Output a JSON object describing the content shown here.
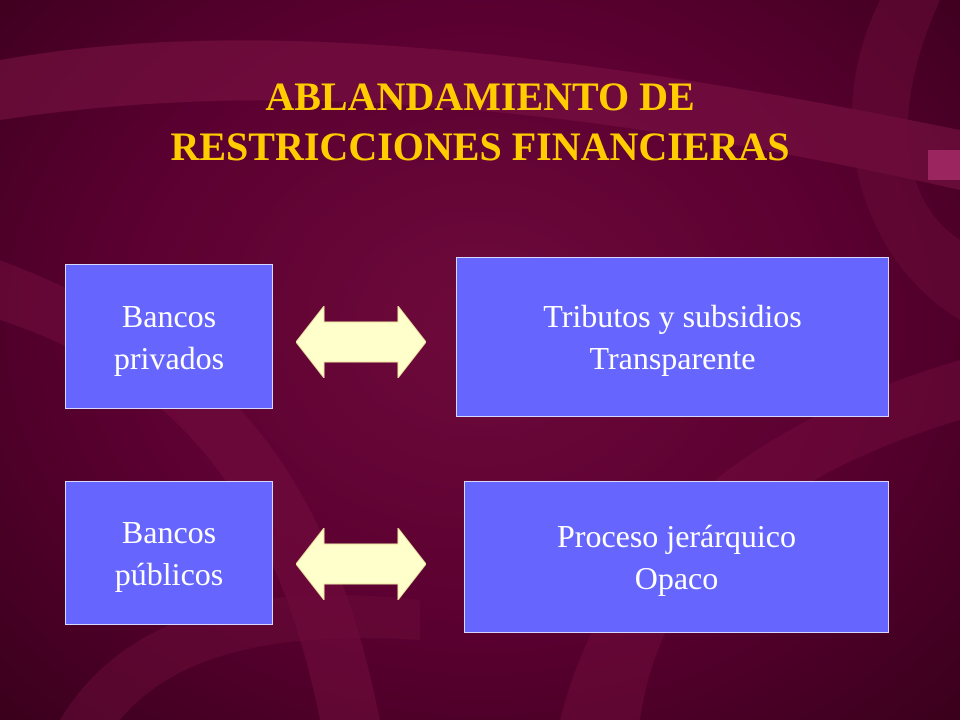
{
  "slide": {
    "title_line1": "ABLANDAMIENTO DE",
    "title_line2": "RESTRICCIONES FINANCIERAS"
  },
  "rows": [
    {
      "left_line1": "Bancos",
      "left_line2": "privados",
      "right_line1": "Tributos y subsidios",
      "right_line2": "Transparente"
    },
    {
      "left_line1": "Bancos",
      "left_line2": "públicos",
      "right_line1": "Proceso jerárquico",
      "right_line2": "Opaco"
    }
  ],
  "colors": {
    "background": "#5a0030",
    "title": "#ffcc00",
    "box_fill": "#6666ff",
    "box_text": "#ffffff",
    "arrow_fill": "#ffffcc"
  }
}
